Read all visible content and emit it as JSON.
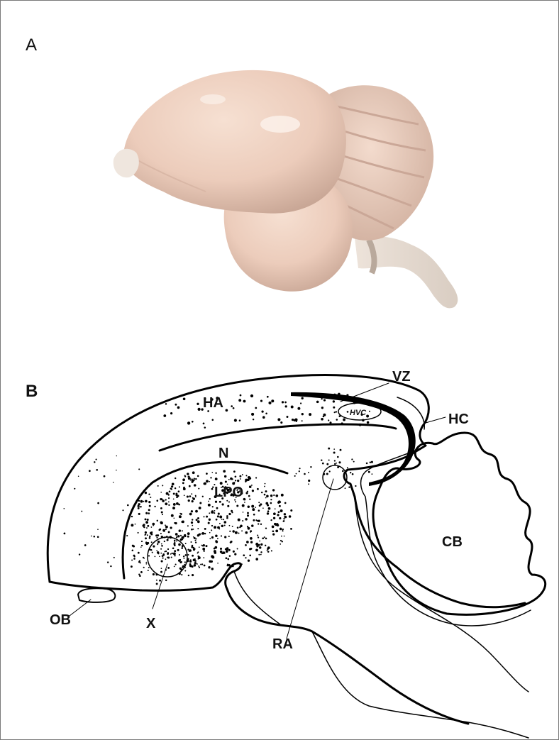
{
  "panels": {
    "a": {
      "label": "A"
    },
    "b": {
      "label": "B"
    }
  },
  "diagram": {
    "regions": {
      "ha": "HA",
      "n": "N",
      "lpo": "LPO",
      "hvc": "HVC",
      "cb": "CB"
    },
    "callouts": {
      "vz": "VZ",
      "hc": "HC",
      "ob": "OB",
      "x": "X",
      "ra": "RA"
    }
  },
  "colors": {
    "brain_tissue": "#f0d3c3",
    "brain_shadow": "#c9a796",
    "line": "#000000"
  }
}
